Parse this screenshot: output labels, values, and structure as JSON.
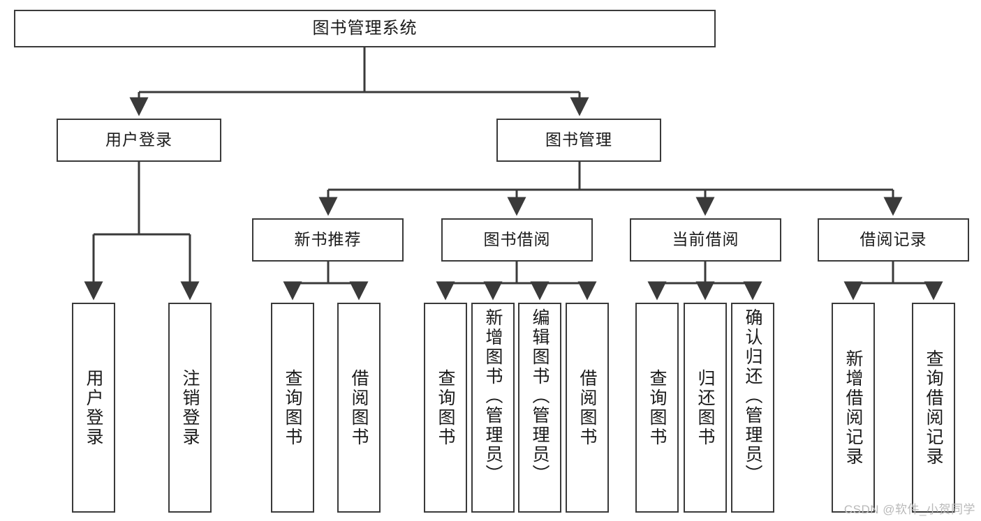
{
  "diagram": {
    "title": "图书管理系统",
    "type": "tree-hierarchy",
    "levels": {
      "root": {
        "label": "图书管理系统"
      },
      "level2": [
        {
          "label": "用户登录"
        },
        {
          "label": "图书管理"
        }
      ],
      "level3": [
        {
          "label": "新书推荐"
        },
        {
          "label": "图书借阅"
        },
        {
          "label": "当前借阅"
        },
        {
          "label": "借阅记录"
        }
      ],
      "leaves": {
        "user_login": [
          {
            "label": "用户登录"
          },
          {
            "label": "注销登录"
          }
        ],
        "new_book_recommend": [
          {
            "label": "查询图书"
          },
          {
            "label": "借阅图书"
          }
        ],
        "book_borrow": [
          {
            "label": "查询图书"
          },
          {
            "label": "新增图书（管理员）"
          },
          {
            "label": "编辑图书（管理员）"
          },
          {
            "label": "借阅图书"
          }
        ],
        "current_borrow": [
          {
            "label": "查询图书"
          },
          {
            "label": "归还图书"
          },
          {
            "label": "确认归还（管理员）"
          }
        ],
        "borrow_record": [
          {
            "label": "新增借阅记录"
          },
          {
            "label": "查询借阅记录"
          }
        ]
      }
    }
  },
  "watermark": {
    "text": "CSDN @软件_小贺同学"
  },
  "colors": {
    "border": "#3a3a3a",
    "background": "#ffffff",
    "text": "#1a1a1a",
    "watermark": "#b9b9b9"
  }
}
